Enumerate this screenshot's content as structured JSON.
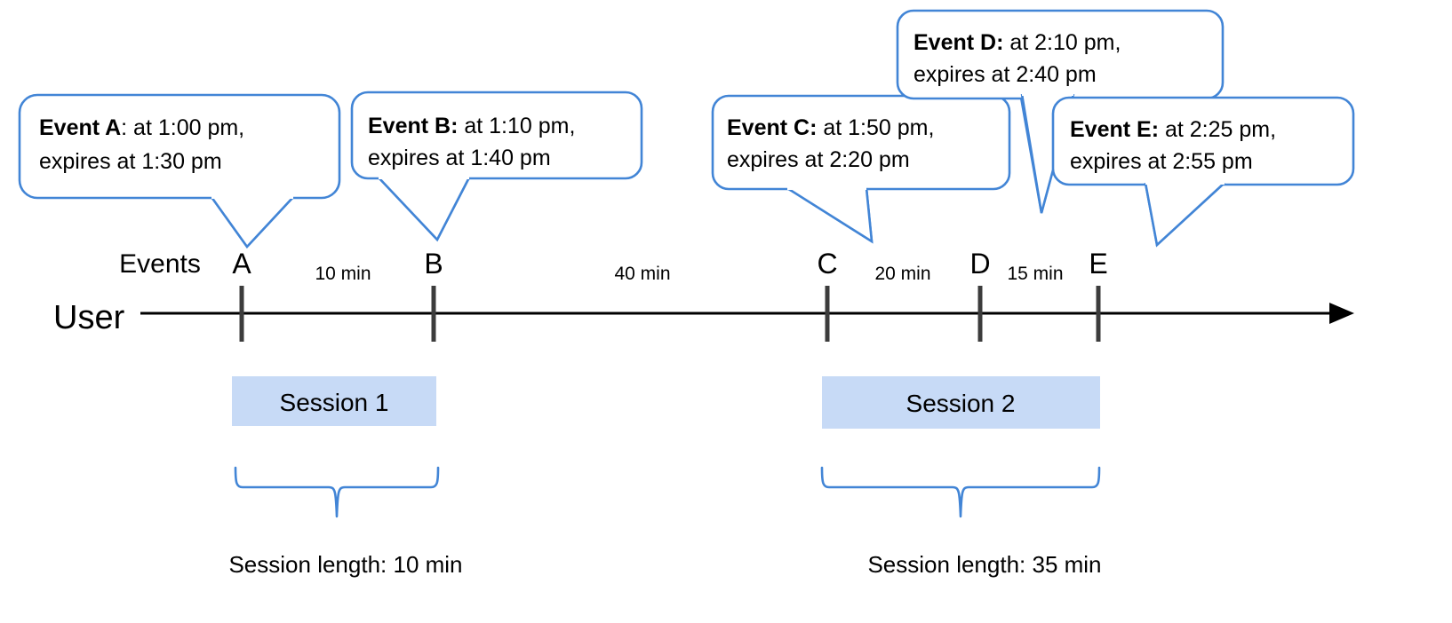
{
  "diagram": {
    "title_text_present": false,
    "accent_color": "#4285d6",
    "session_fill": "#c7daf6",
    "axis_color": "#000000",
    "tick_color": "#3c3c3c"
  },
  "labels": {
    "events_row": "Events",
    "lane": "User"
  },
  "callouts": [
    {
      "id": "A",
      "bold": "Event A",
      "sep": ":",
      "rest": " at 1:00 pm,",
      "line2": "expires at 1:30 pm",
      "time": "1:00 pm",
      "expires": "1:30 pm"
    },
    {
      "id": "B",
      "bold": "Event B:",
      "sep": "",
      "rest": " at 1:10 pm,",
      "line2": "expires at 1:40 pm",
      "time": "1:10 pm",
      "expires": "1:40 pm"
    },
    {
      "id": "C",
      "bold": "Event C:",
      "sep": "",
      "rest": " at 1:50 pm,",
      "line2": "expires at 2:20 pm",
      "time": "1:50 pm",
      "expires": "2:20 pm"
    },
    {
      "id": "D",
      "bold": "Event D:",
      "sep": "",
      "rest": " at 2:10 pm,",
      "line2": "expires at 2:40 pm",
      "time": "2:10 pm",
      "expires": "2:40 pm"
    },
    {
      "id": "E",
      "bold": "Event E:",
      "sep": "",
      "rest": " at 2:25 pm,",
      "line2": "expires at 2:55 pm",
      "time": "2:25 pm",
      "expires": "2:55 pm"
    }
  ],
  "events": [
    {
      "letter": "A"
    },
    {
      "letter": "B"
    },
    {
      "letter": "C"
    },
    {
      "letter": "D"
    },
    {
      "letter": "E"
    }
  ],
  "gaps": [
    {
      "label": "10 min",
      "from": "A",
      "to": "B"
    },
    {
      "label": "40 min",
      "from": "B",
      "to": "C"
    },
    {
      "label": "20 min",
      "from": "C",
      "to": "D"
    },
    {
      "label": "15 min",
      "from": "D",
      "to": "E"
    }
  ],
  "sessions": [
    {
      "name": "Session 1",
      "length_label": "Session length: 10 min",
      "length_min": 10
    },
    {
      "name": "Session 2",
      "length_label": "Session length: 35 min",
      "length_min": 35
    }
  ],
  "chart_data": {
    "type": "timeline",
    "title": "",
    "xlabel": "",
    "ylabel": "",
    "lane": "User",
    "event_points": [
      {
        "id": "A",
        "time": "1:00 pm",
        "expires": "1:30 pm",
        "session": "Session 1"
      },
      {
        "id": "B",
        "time": "1:10 pm",
        "expires": "1:40 pm",
        "session": "Session 1"
      },
      {
        "id": "C",
        "time": "1:50 pm",
        "expires": "2:20 pm",
        "session": "Session 2"
      },
      {
        "id": "D",
        "time": "2:10 pm",
        "expires": "2:40 pm",
        "session": "Session 2"
      },
      {
        "id": "E",
        "time": "2:25 pm",
        "expires": "2:55 pm",
        "session": "Session 2"
      }
    ],
    "intervals": [
      {
        "from": "A",
        "to": "B",
        "minutes": 10,
        "label": "10 min"
      },
      {
        "from": "B",
        "to": "C",
        "minutes": 40,
        "label": "40 min"
      },
      {
        "from": "C",
        "to": "D",
        "minutes": 20,
        "label": "20 min"
      },
      {
        "from": "D",
        "to": "E",
        "minutes": 15,
        "label": "15 min"
      }
    ],
    "sessions": [
      {
        "name": "Session 1",
        "events": [
          "A",
          "B"
        ],
        "length_minutes": 10
      },
      {
        "name": "Session 2",
        "events": [
          "C",
          "D",
          "E"
        ],
        "length_minutes": 35
      }
    ]
  }
}
